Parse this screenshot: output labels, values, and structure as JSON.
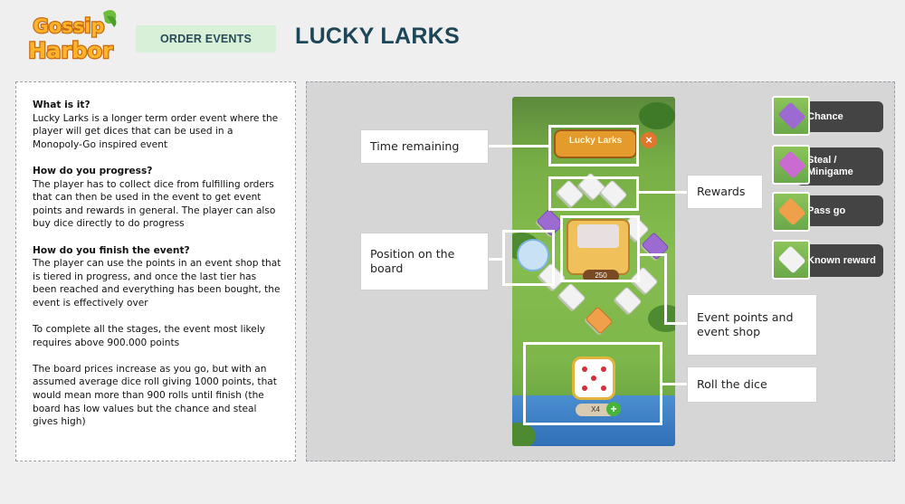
{
  "logo": {
    "line1": "Gossip",
    "line2": "Harbor"
  },
  "header": {
    "tag": "ORDER EVENTS",
    "title": "LUCKY LARKS"
  },
  "description": {
    "what_heading": "What is it?",
    "what_body": "Lucky Larks is a longer term order event where the player will get dices that can be used in a Monopoly-Go inspired event",
    "progress_heading": "How do you progress?",
    "progress_body": "The player has to collect dice from fulfilling orders that can then be used in the event to get event points and rewards in general. The player can also buy dice directly to do progress",
    "finish_heading": "How do you finish the event?",
    "finish_body": "The player can use the points in an event shop that is tiered in progress, and once the last tier has been reached and everything has been bought, the event is effectively over",
    "complete_body": "To complete all the stages, the event most likely requires above 900.000 points",
    "board_body": "The board prices increase as you go, but with an assumed average dice roll giving 1000 points, that would mean more than 900 rolls until finish (the board has low values but the chance and steal gives high)"
  },
  "game_screen": {
    "banner_title": "Lucky Larks",
    "shop_points": "250",
    "dice_count": "X4",
    "close_icon": "×",
    "plus_icon": "+"
  },
  "callouts": {
    "time_remaining": "Time remaining",
    "rewards": "Rewards",
    "position": "Position on the board",
    "event_points": "Event points and event shop",
    "roll_dice": "Roll the dice"
  },
  "legend": [
    {
      "label": "Chance",
      "tile_color": "#9b6bd1"
    },
    {
      "label": "Steal / Minigame",
      "tile_color": "#c96bd1"
    },
    {
      "label": "Pass go",
      "tile_color": "#f0a04a"
    },
    {
      "label": "Known reward",
      "tile_color": "#f2f2f2"
    }
  ],
  "colors": {
    "title": "#1d4658",
    "tag_bg": "#d7f0d7",
    "legend_bg": "#444444",
    "panel_bg": "#d6d6d6"
  }
}
